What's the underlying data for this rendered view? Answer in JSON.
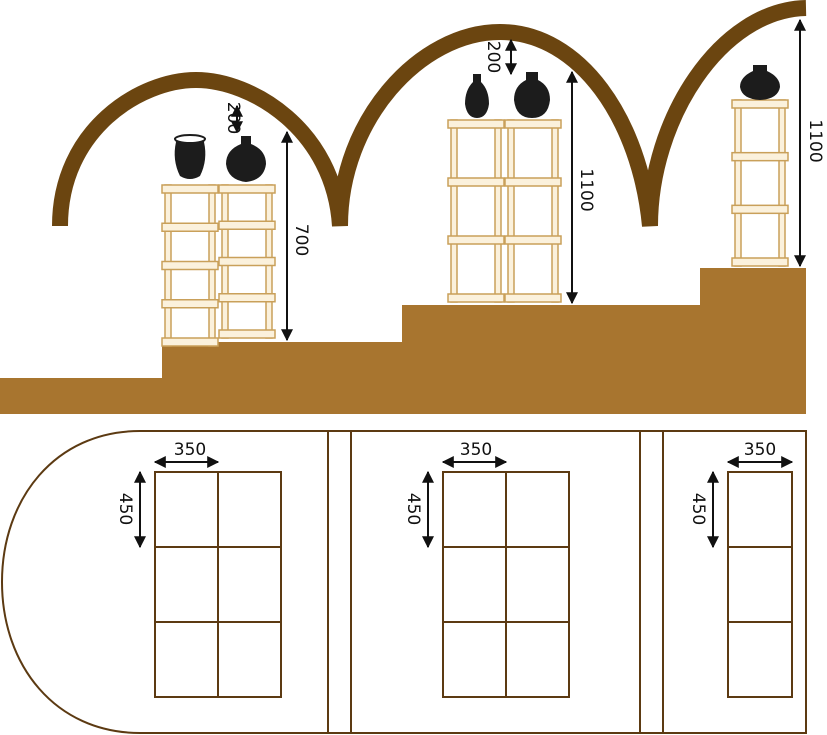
{
  "colors": {
    "arch": "#6b4510",
    "floor": "#a8752f",
    "shelf_frame": "#c9a05a",
    "shelf_fill": "#fbf1dc",
    "plan_line": "#5c3a12",
    "dim_line": "#111111",
    "vase": "#1c1c1c"
  },
  "elevation": {
    "dims": {
      "gap_left": "200",
      "height_left": "700",
      "gap_middle": "200",
      "height_middle": "1100",
      "height_right": "1100"
    }
  },
  "plan": {
    "dims": {
      "width_1": "350",
      "depth_1": "450",
      "width_2": "350",
      "depth_2": "450",
      "width_3": "350",
      "depth_3": "450"
    }
  },
  "icons": [
    "vase-icon",
    "double-arrow-icon"
  ]
}
